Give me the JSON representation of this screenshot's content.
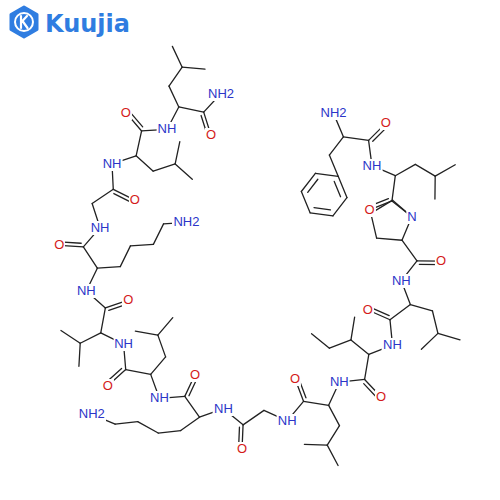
{
  "diagram": {
    "labels": [
      "Kuujia",
      "NH2",
      "O",
      "NH",
      "O",
      "N",
      "O",
      "NH",
      "O",
      "NH",
      "O",
      "NH",
      "O",
      "NH",
      "O",
      "NH",
      "NH2",
      "O",
      "NH",
      "O",
      "NH",
      "O",
      "NH",
      "NH2",
      "O",
      "NH",
      "O",
      "NH",
      "O",
      "NH",
      "O",
      "NH2"
    ]
  }
}
